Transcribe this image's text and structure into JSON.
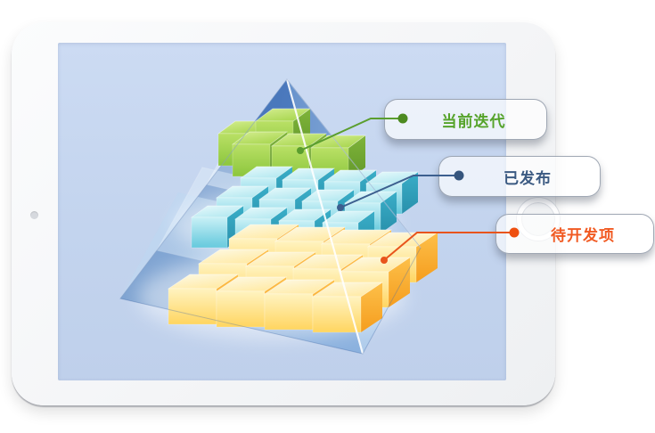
{
  "labels": [
    {
      "text": "当前迭代",
      "text_color": "#55a32a",
      "line_color": "#5a9e2e",
      "dot_color": "#4c8a20"
    },
    {
      "text": "已发布",
      "text_color": "#3b5a82",
      "line_color": "#3c5f8f",
      "dot_color": "#36557d"
    },
    {
      "text": "待开发项",
      "text_color": "#f15a22",
      "line_color": "#e8541c",
      "dot_color": "#ee4f10"
    }
  ],
  "pyramid": {
    "layers": [
      {
        "name": "当前迭代",
        "cube_count": 5,
        "cube_colors": {
          "top_from": "#d5ee92",
          "top_to": "#a8d64f",
          "front_from": "#b9e065",
          "front_to": "#8cc63e",
          "side_from": "#7fb43a",
          "side_to": "#619729"
        }
      },
      {
        "name": "已发布",
        "cube_count": 12,
        "cube_colors": {
          "top_from": "#e9fafc",
          "top_to": "#b3e8f0",
          "front_from": "#c8f0f6",
          "front_to": "#62c8dc",
          "side_from": "#3aaec8",
          "side_to": "#2890ab"
        }
      },
      {
        "name": "待开发项",
        "cube_count": 12,
        "cube_colors": {
          "top_from": "#fefae8",
          "top_to": "#ffeaa4",
          "front_from": "#fff3c0",
          "front_to": "#ffd560",
          "side_from": "#fdc04a",
          "side_to": "#f59d1e"
        }
      }
    ],
    "face_colors": {
      "left_from": "#27579f",
      "left_to": "#4d80c6",
      "right_from": "#5e8fca",
      "right_to": "#b3cdec",
      "plane_fill": "#eaf5fe",
      "base_fill": "#bcd8f2",
      "edge_highlight": "#ffffff"
    }
  },
  "device": {
    "bezel_color": "#f5f6f8",
    "screen_color": "#c5d4ee"
  }
}
